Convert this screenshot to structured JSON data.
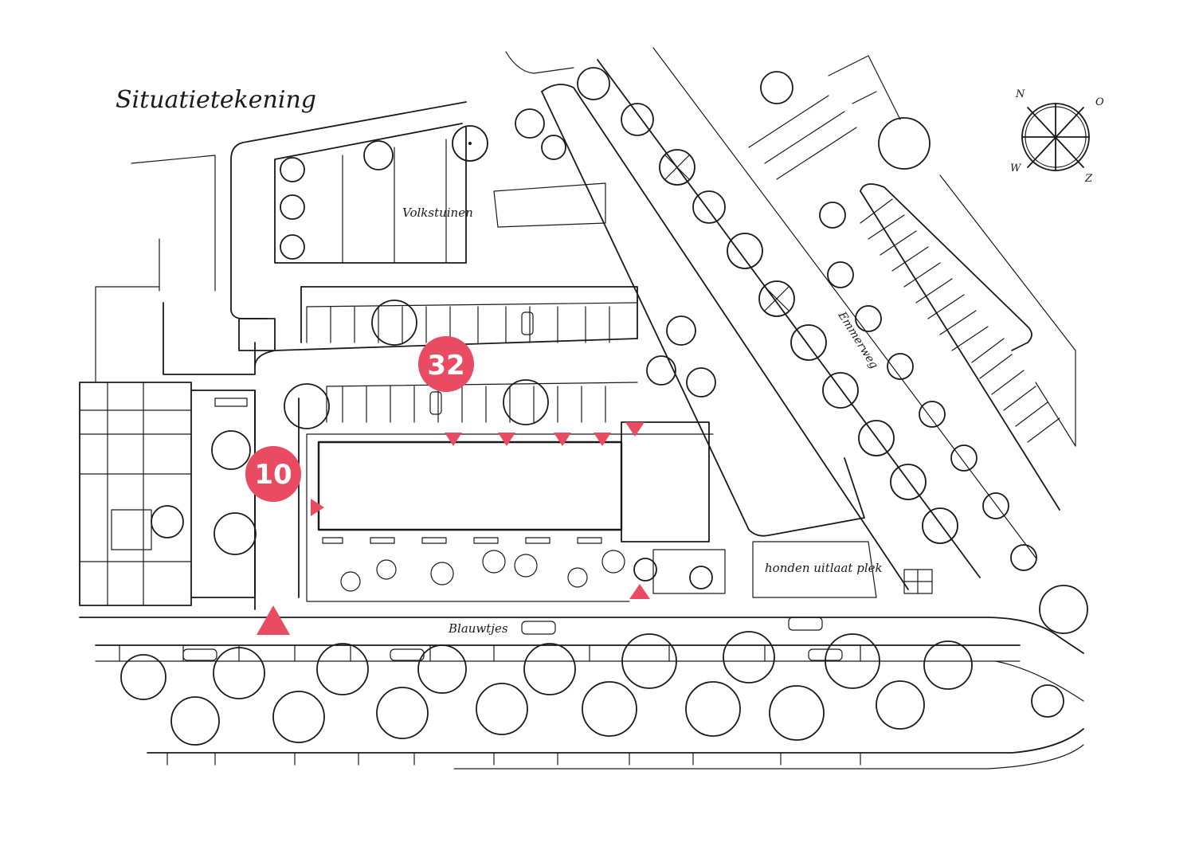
{
  "title": "Situatietekening",
  "labels": {
    "volkstuinen": "Volkstuinen",
    "emmerweg": "Emmerweg",
    "honden": "honden uitlaat plek",
    "blauwtjes": "Blauwtjes"
  },
  "markers": [
    {
      "id": "marker-32",
      "number": "32"
    },
    {
      "id": "marker-10",
      "number": "10"
    }
  ],
  "compass": {
    "n": "N",
    "o": "O",
    "z": "Z",
    "w": "W"
  },
  "colors": {
    "accent": "#e94b62",
    "ink": "#1a1a1a",
    "paper": "#ffffff"
  }
}
